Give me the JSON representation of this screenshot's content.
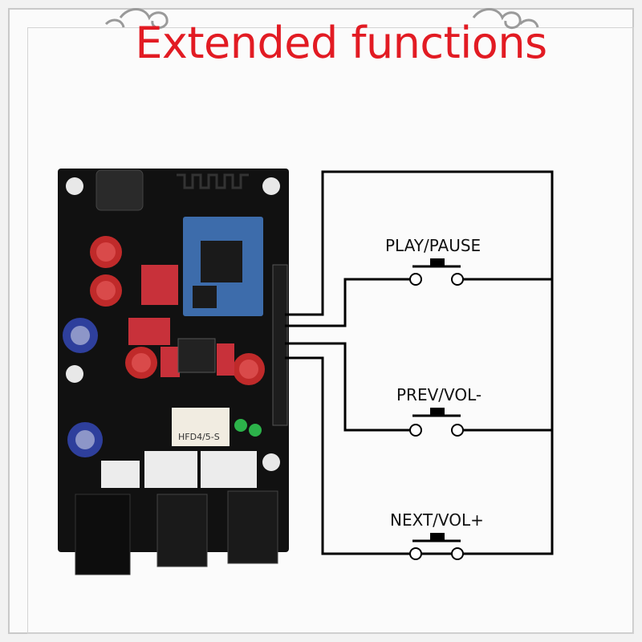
{
  "title": "Extended functions",
  "buttons": [
    {
      "label": "PLAY/PAUSE"
    },
    {
      "label": "PREV/VOL-"
    },
    {
      "label": "NEXT/VOL+"
    }
  ],
  "board": {
    "relay_text": "HFD4/5-S"
  },
  "colors": {
    "title": "#e21b23",
    "board": "#111111",
    "wire": "#000000"
  }
}
